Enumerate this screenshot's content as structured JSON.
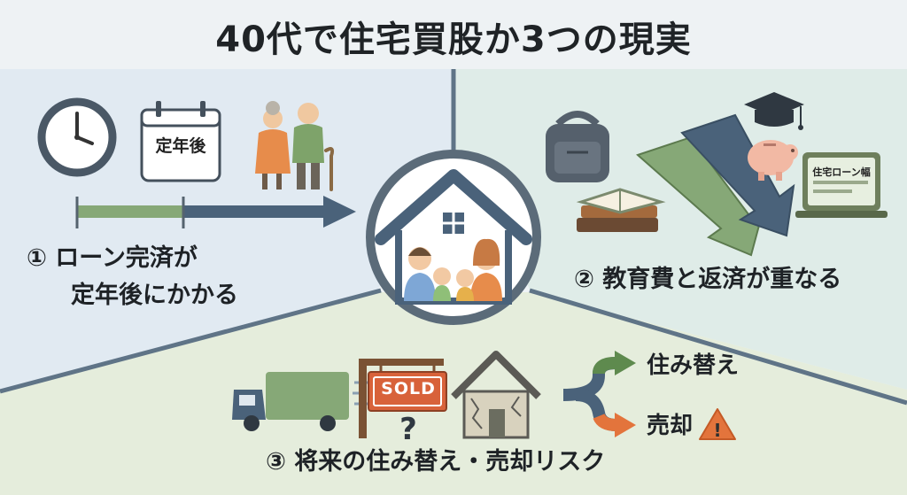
{
  "title": "40代で住宅買股か3つの現実",
  "point1": {
    "number": "①",
    "line1": "ローン完済が",
    "line2": "定年後にかかる",
    "calendar_label": "定年後"
  },
  "point2": {
    "number": "②",
    "text": "教育費と返済が重なる",
    "laptop_label": "住宅ローン幅"
  },
  "point3": {
    "number": "③",
    "text": "将来の住み替え・売却リスク",
    "sign_label": "SOLD",
    "sign_mark": "?",
    "option_relocate": "住み替え",
    "option_sell": "売却",
    "warning_mark": "!"
  },
  "colors": {
    "green": "#86a877",
    "navy": "#4a627a",
    "orange": "#e3743c",
    "bg_left": "#e1eaf2",
    "bg_right": "#dfece8",
    "bg_bottom": "#e5eddc"
  },
  "icons": [
    "clock-icon",
    "calendar-icon",
    "elderly-couple-icon",
    "house-family-icon",
    "backpack-icon",
    "books-icon",
    "graduation-cap-icon",
    "piggy-bank-icon",
    "laptop-icon",
    "truck-icon",
    "sold-sign-icon",
    "damaged-house-icon",
    "split-arrow-icon",
    "warning-icon"
  ]
}
